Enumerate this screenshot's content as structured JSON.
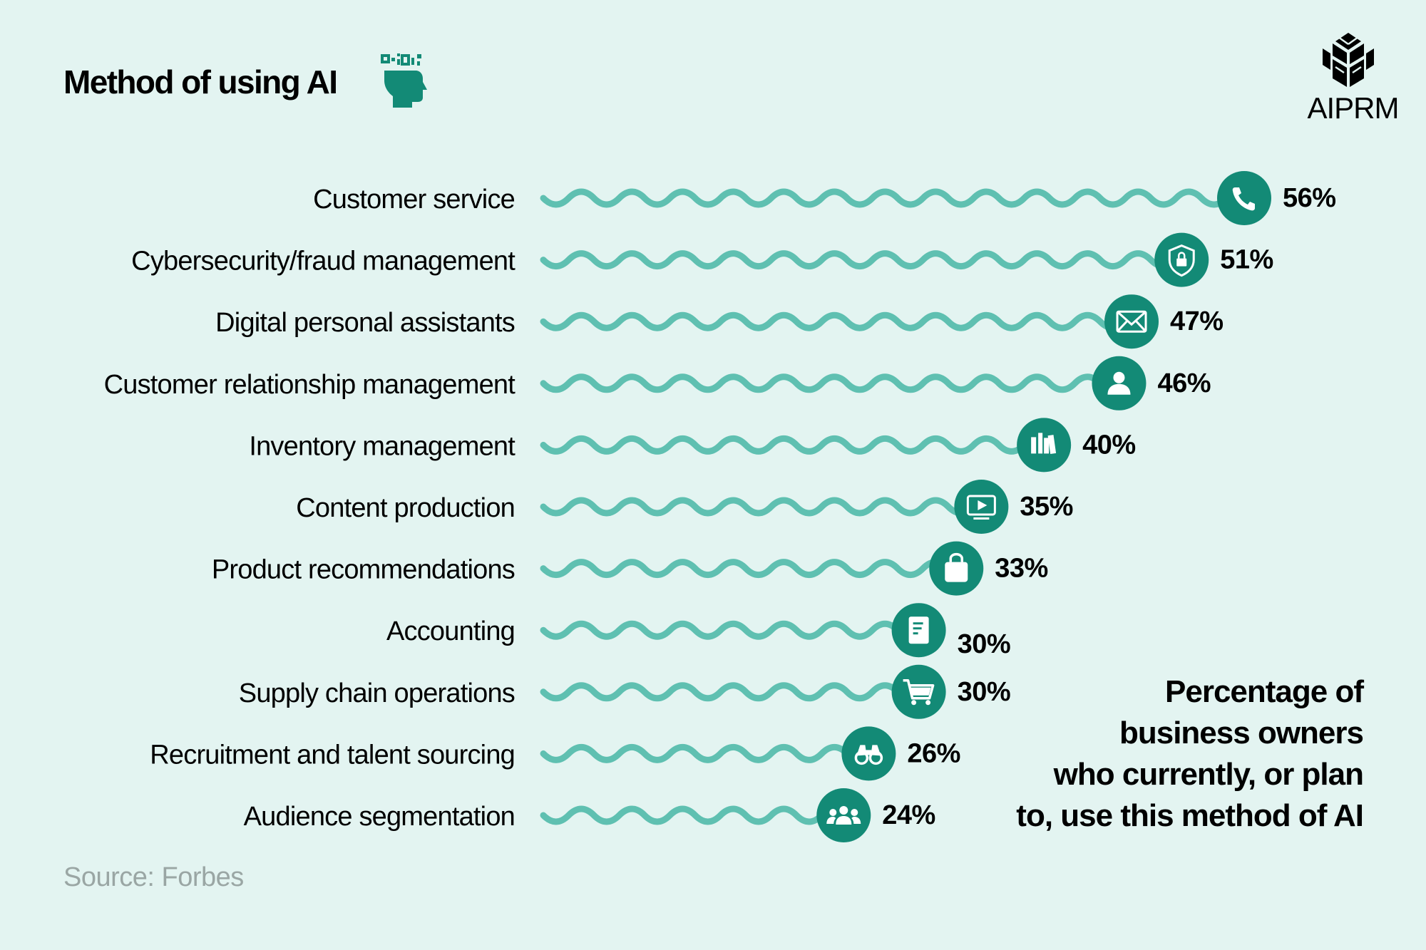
{
  "header": {
    "title": "Method of using AI",
    "title_icon": "ai-head-icon"
  },
  "logo": {
    "text": "AIPRM",
    "mark_icon": "aiprm-logo-mark"
  },
  "colors": {
    "background": "#e3f4f1",
    "wave": "#5fc0b1",
    "badge": "#138a76",
    "text": "#000000",
    "source_text": "#9aa6a4"
  },
  "chart_data": {
    "type": "bar",
    "title": "Method of using AI",
    "categories": [
      "Customer service",
      "Cybersecurity/fraud management",
      "Digital personal assistants",
      "Customer relationship management",
      "Inventory management",
      "Content production",
      "Product recommendations",
      "Accounting",
      "Supply chain operations",
      "Recruitment and talent sourcing",
      "Audience segmentation"
    ],
    "values": [
      56,
      51,
      47,
      46,
      40,
      35,
      33,
      30,
      30,
      26,
      24
    ],
    "value_labels": [
      "56%",
      "51%",
      "47%",
      "46%",
      "40%",
      "35%",
      "33%",
      "30%",
      "30%",
      "26%",
      "24%"
    ],
    "icons": [
      "phone-icon",
      "shield-lock-icon",
      "envelope-icon",
      "person-icon",
      "inventory-books-icon",
      "video-play-icon",
      "shopping-bag-icon",
      "document-icon",
      "shopping-cart-icon",
      "binoculars-icon",
      "group-icon"
    ],
    "value_unit": "%",
    "orientation": "horizontal",
    "grid": false,
    "legend": "none"
  },
  "caption": {
    "lines": [
      "Percentage of",
      "business owners",
      "who currently, or plan",
      "to, use this method of AI"
    ]
  },
  "source": "Source: Forbes"
}
